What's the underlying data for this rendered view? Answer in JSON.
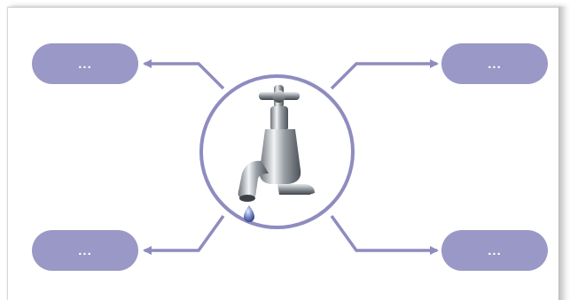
{
  "diagram": {
    "nodes": [
      {
        "id": "top-left",
        "label": "..."
      },
      {
        "id": "top-right",
        "label": "..."
      },
      {
        "id": "bottom-left",
        "label": "..."
      },
      {
        "id": "bottom-right",
        "label": "..."
      }
    ],
    "center": {
      "icon": "water-faucet-icon"
    },
    "colors": {
      "node_fill": "#9a98c6",
      "connector": "#8e8cbf",
      "node_text": "#ffffff"
    }
  }
}
